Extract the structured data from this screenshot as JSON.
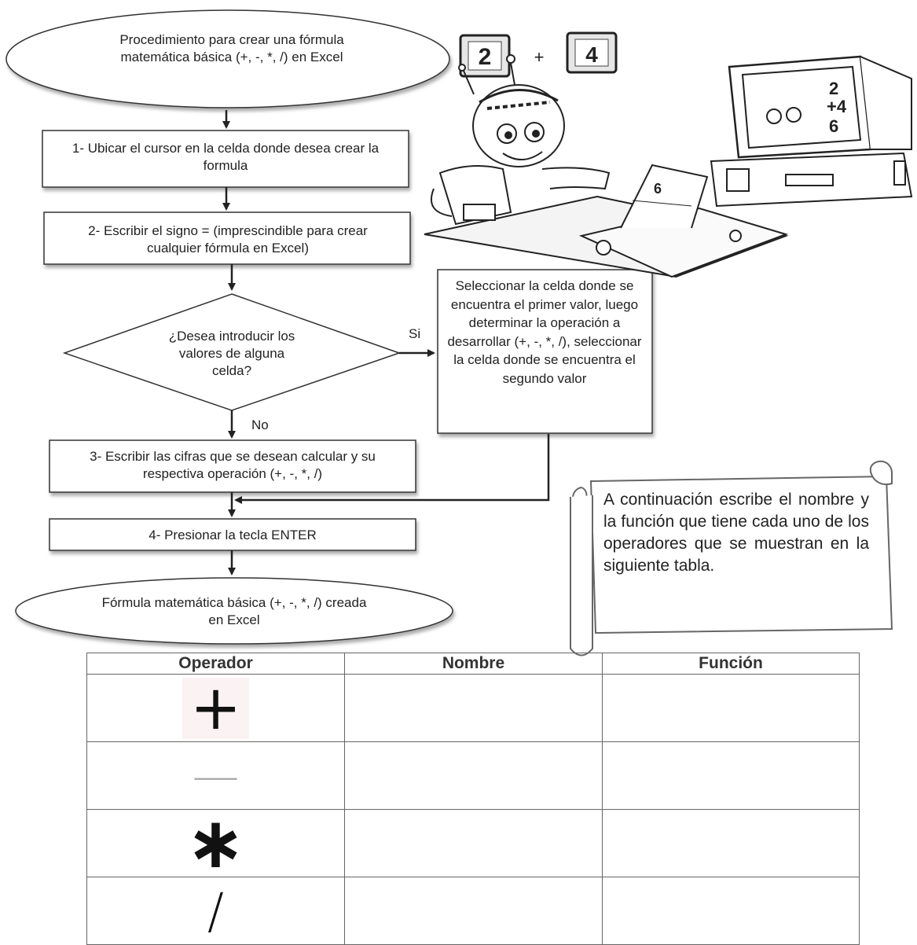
{
  "flowchart": {
    "start": "Procedimiento para  crear una fórmula matemática básica (+, -, *, /) en Excel",
    "step1": "1- Ubicar el cursor en la celda donde desea crear la formula",
    "step2": "2- Escribir el signo = (imprescindible para crear cualquier fórmula en Excel)",
    "decision": "¿Desea introducir los valores de alguna celda?",
    "yes_label": "Si",
    "no_label": "No",
    "yes_box": "Seleccionar la celda donde se encuentra el primer valor, luego determinar la operación a desarrollar (+, -, *, /), seleccionar la celda donde se encuentra el segundo valor",
    "step3": "3- Escribir las cifras que se desean calcular y su respectiva operación (+, -, *, /)",
    "step4": "4- Presionar la tecla ENTER",
    "end": "Fórmula matemática básica (+, -, *, /) creada en Excel"
  },
  "illustration": {
    "key_a": "2",
    "plus": "+",
    "key_b": "4"
  },
  "scroll_note": "A continuación escribe el nombre y la función que tiene cada uno de los operadores que se muestran en la siguiente tabla.",
  "table": {
    "headers": [
      "Operador",
      "Nombre",
      "Función"
    ],
    "operators": [
      "+",
      "—",
      "∗",
      "/"
    ]
  }
}
